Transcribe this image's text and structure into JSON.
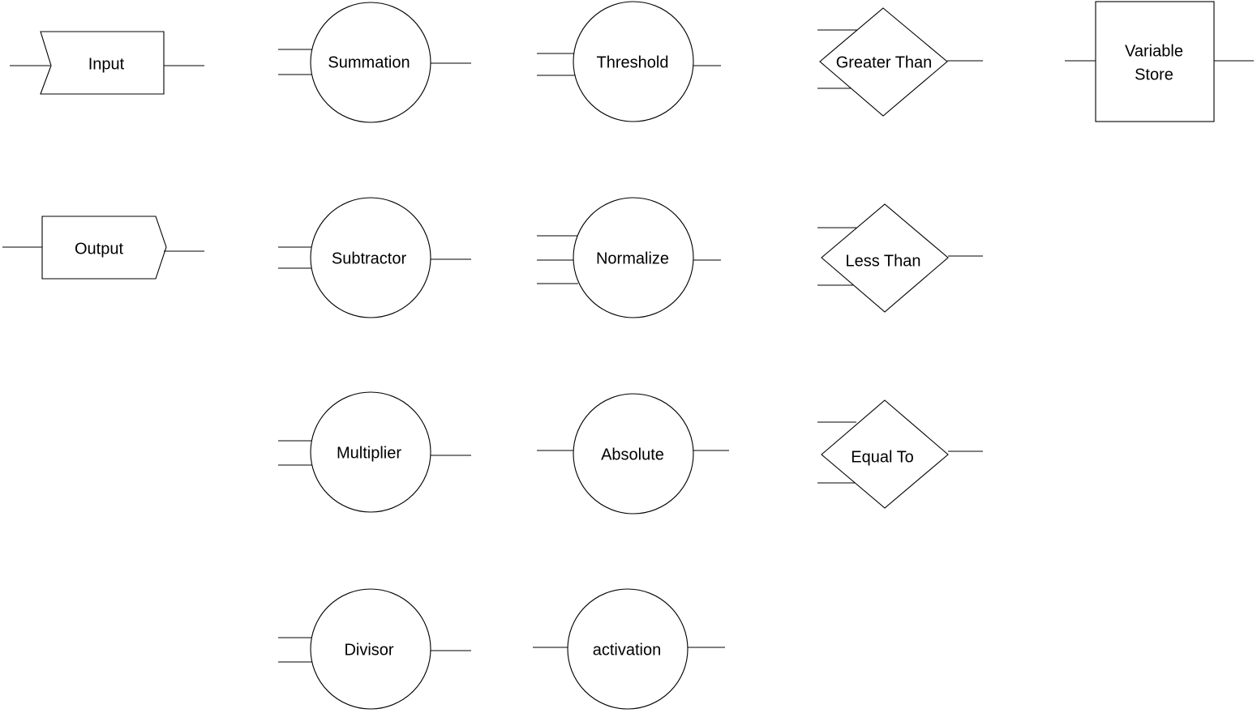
{
  "colors": {
    "stroke": "#000000",
    "background": "#ffffff",
    "text": "#000000"
  },
  "blocks": {
    "input": {
      "label": "Input",
      "shape": "chevron-input",
      "inputs": 1,
      "outputs": 1
    },
    "output": {
      "label": "Output",
      "shape": "chevron-output",
      "inputs": 1,
      "outputs": 1
    },
    "summation": {
      "label": "Summation",
      "shape": "circle",
      "inputs": 2,
      "outputs": 1
    },
    "subtractor": {
      "label": "Subtractor",
      "shape": "circle",
      "inputs": 2,
      "outputs": 1
    },
    "multiplier": {
      "label": "Multiplier",
      "shape": "circle",
      "inputs": 2,
      "outputs": 1
    },
    "divisor": {
      "label": "Divisor",
      "shape": "circle",
      "inputs": 2,
      "outputs": 1
    },
    "threshold": {
      "label": "Threshold",
      "shape": "circle",
      "inputs": 2,
      "outputs": 1
    },
    "normalize": {
      "label": "Normalize",
      "shape": "circle",
      "inputs": 3,
      "outputs": 1
    },
    "absolute": {
      "label": "Absolute",
      "shape": "circle",
      "inputs": 1,
      "outputs": 1
    },
    "activation": {
      "label": "activation",
      "shape": "circle",
      "inputs": 1,
      "outputs": 1
    },
    "greater_than": {
      "label": "Greater Than",
      "shape": "diamond",
      "inputs": 2,
      "outputs": 1
    },
    "less_than": {
      "label": "Less Than",
      "shape": "diamond",
      "inputs": 2,
      "outputs": 1
    },
    "equal_to": {
      "label": "Equal To",
      "shape": "diamond",
      "inputs": 2,
      "outputs": 1
    },
    "variable_store": {
      "label_line1": "Variable",
      "label_line2": "Store",
      "shape": "rectangle",
      "inputs": 1,
      "outputs": 1
    }
  }
}
